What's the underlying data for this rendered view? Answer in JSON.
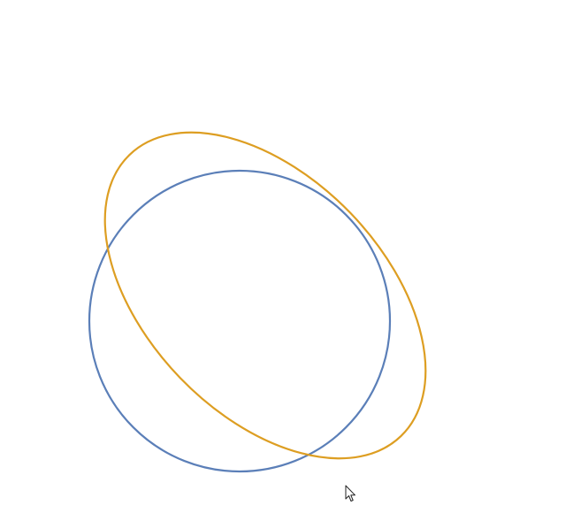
{
  "canvas": {
    "background": "#ffffff"
  },
  "shapes": [
    {
      "id": "circle",
      "kind": "circle",
      "stroke": "#5b7fb8",
      "fill": "none"
    },
    {
      "id": "ellipse",
      "kind": "ellipse",
      "stroke": "#dd9e22",
      "fill": "none"
    }
  ],
  "cursor": {
    "icon": "arrow-cursor-icon"
  }
}
